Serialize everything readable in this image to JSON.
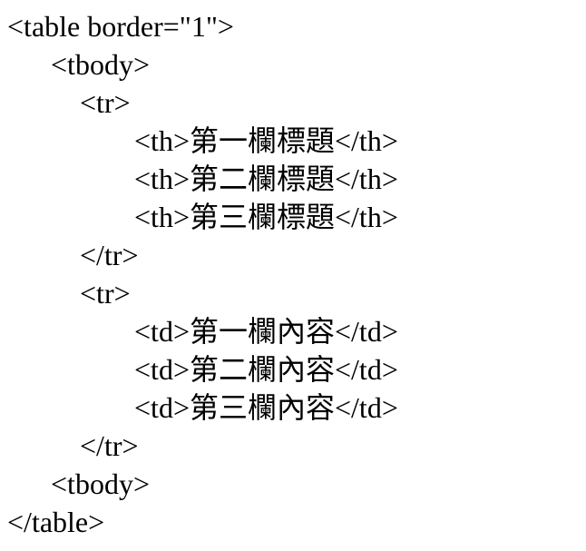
{
  "code": {
    "language": "html",
    "lines": [
      {
        "indent": 0,
        "text": "<table border=\"1\">"
      },
      {
        "indent": 1,
        "text": "<tbody>"
      },
      {
        "indent": 2,
        "text": "<tr>"
      },
      {
        "indent": 3,
        "text": "<th>第一欄標題</th>"
      },
      {
        "indent": 3,
        "text": "<th>第二欄標題</th>"
      },
      {
        "indent": 3,
        "text": "<th>第三欄標題</th>"
      },
      {
        "indent": 2,
        "text": "</tr>"
      },
      {
        "indent": 2,
        "text": "<tr>"
      },
      {
        "indent": 3,
        "text": "<td>第一欄內容</td>"
      },
      {
        "indent": 3,
        "text": "<td>第二欄內容</td>"
      },
      {
        "indent": 3,
        "text": "<td>第三欄內容</td>"
      },
      {
        "indent": 2,
        "text": "</tr>"
      },
      {
        "indent": 1,
        "text": "<tbody>"
      },
      {
        "indent": 0,
        "text": "</table>"
      }
    ]
  }
}
